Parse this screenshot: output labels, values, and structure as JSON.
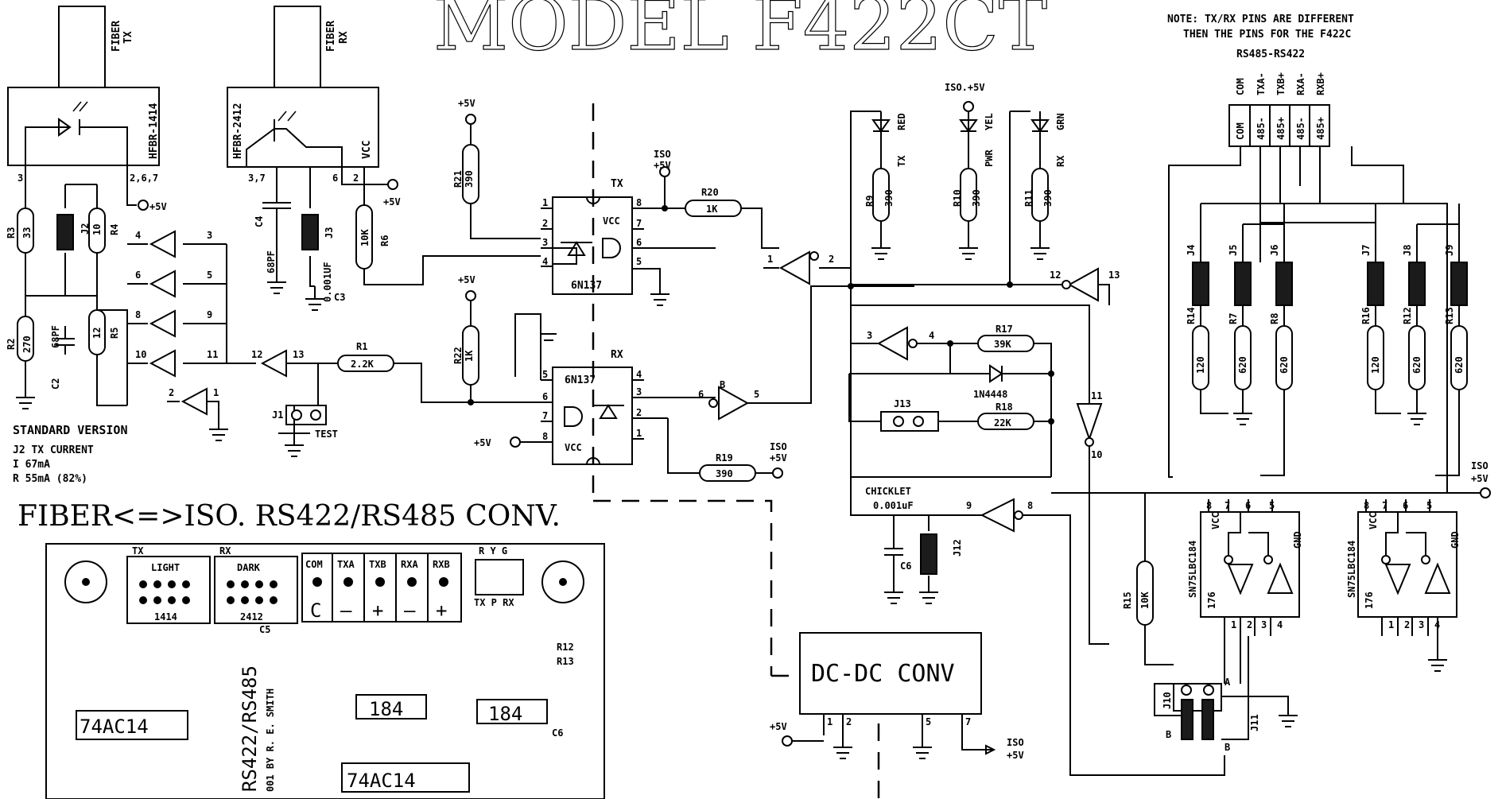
{
  "title": "MODEL F422CT",
  "subtitle": "FIBER<=>ISO. RS422/RS485 CONV.",
  "note": {
    "line1": "NOTE: TX/RX PINS ARE DIFFERENT",
    "line2": "THEN THE PINS FOR THE F422C",
    "line3": "RS485-RS422"
  },
  "standard": {
    "heading": "STANDARD VERSION",
    "row1": "J2   TX CURRENT",
    "row2": "I    67mA",
    "row3": "R    55mA (82%)"
  },
  "connector": {
    "top": [
      "COM",
      "TXA-",
      "TXB+",
      "RXA-",
      "RXB+"
    ],
    "box": [
      "COM",
      "485-",
      "485+",
      "485-",
      "485+"
    ]
  },
  "fiber": {
    "tx_label1": "FIBER",
    "tx_label2": "TX",
    "tx_part": "HFBR-1414",
    "rx_label1": "FIBER",
    "rx_label2": "RX",
    "rx_part": "HFBR-2412",
    "vcc": "VCC"
  },
  "rails": {
    "p5v": "+5V",
    "iso_a": "ISO",
    "iso_b": "+5V",
    "iso_full": "ISO.+5V"
  },
  "resistors": [
    {
      "ref": "R3",
      "val": "33"
    },
    {
      "ref": "R4",
      "val": "10"
    },
    {
      "ref": "R2",
      "val": "270"
    },
    {
      "ref": "R5",
      "val": "12"
    },
    {
      "ref": "R6",
      "val": "10K"
    },
    {
      "ref": "R21",
      "val": "390"
    },
    {
      "ref": "R20",
      "val": "1K"
    },
    {
      "ref": "R22",
      "val": "1K"
    },
    {
      "ref": "R1",
      "val": "2.2K"
    },
    {
      "ref": "R19",
      "val": "390"
    },
    {
      "ref": "R9",
      "val": "390"
    },
    {
      "ref": "R10",
      "val": "390"
    },
    {
      "ref": "R11",
      "val": "390"
    },
    {
      "ref": "R17",
      "val": "39K"
    },
    {
      "ref": "R18",
      "val": "22K"
    },
    {
      "ref": "R14",
      "val": "120"
    },
    {
      "ref": "R7",
      "val": "620"
    },
    {
      "ref": "R8",
      "val": "620"
    },
    {
      "ref": "R16",
      "val": "120"
    },
    {
      "ref": "R12",
      "val": "620"
    },
    {
      "ref": "R13",
      "val": "620"
    },
    {
      "ref": "R15",
      "val": "10K"
    }
  ],
  "caps": {
    "c4": "C4",
    "c4v": "68PF",
    "c3": "C3",
    "c3v": "0.001UF",
    "c2": "C2",
    "c2v": "68PF",
    "c6": "C6"
  },
  "jumpers": {
    "j2": "J2",
    "j3": "J3",
    "j1": "J1",
    "test": "TEST",
    "j13": "J13",
    "j12": "J12",
    "j4": "J4",
    "j5": "J5",
    "j6": "J6",
    "j7": "J7",
    "j8": "J8",
    "j9": "J9",
    "j10": "J10",
    "j11": "J11"
  },
  "leds": {
    "red": "RED",
    "tx": "TX",
    "yel": "YEL",
    "pwr": "PWR",
    "grn": "GRN",
    "rx": "RX"
  },
  "ics": {
    "opto_tx_name": "TX",
    "opto_rx_name": "RX",
    "opto_part": "6N137",
    "driver_part": "SN75LBC184",
    "driver_sub": "176",
    "gnd": "GND",
    "diode": "1N4448",
    "chicklet": "CHICKLET",
    "chicklet_val": "0.001uF",
    "dcdc": "DC-DC CONV"
  },
  "pcb": {
    "tx": "TX",
    "rx": "RX",
    "light": "LIGHT",
    "dark": "DARK",
    "p1414": "1414",
    "p2412": "2412",
    "com": "COM",
    "txa": "TXA",
    "txb": "TXB",
    "rxa": "RXA",
    "rxb": "RXB",
    "ryg": "R Y G",
    "txprx": "TX P RX",
    "ic1": "74AC14",
    "ic2": "74AC14",
    "ic3": "184",
    "ic4": "184",
    "credit": "RS422/RS485",
    "credit2": "001 BY R. E. SMITH",
    "c5": "C5",
    "c6": "C6",
    "r12": "R12",
    "r13": "R13"
  }
}
